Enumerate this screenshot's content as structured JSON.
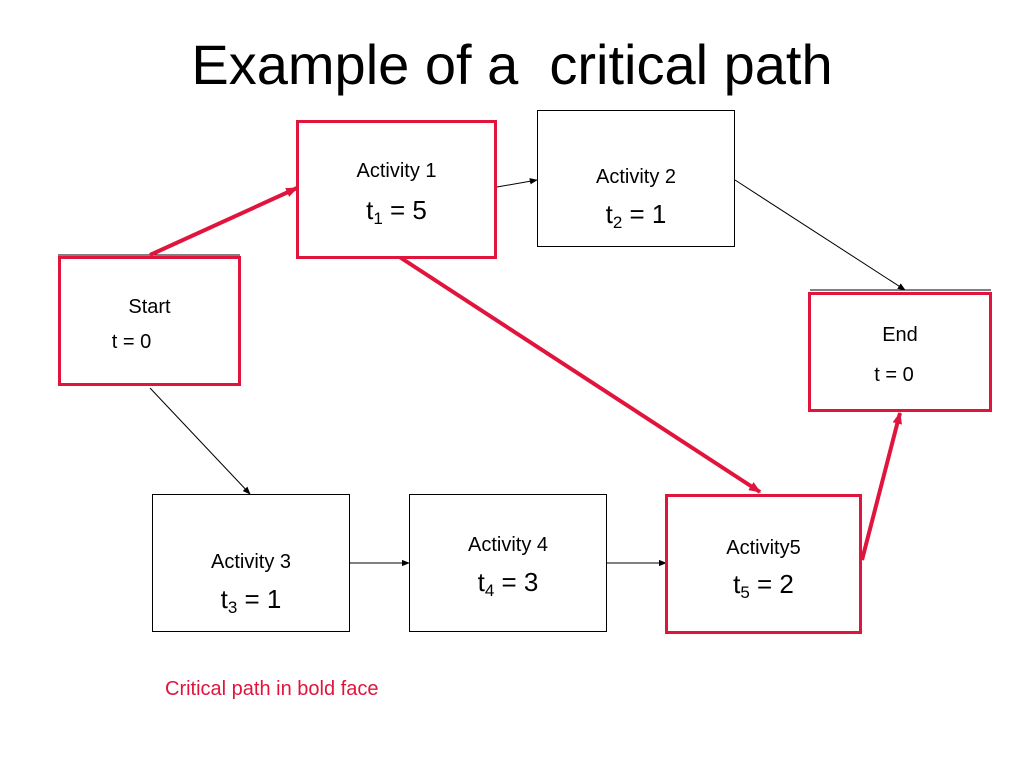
{
  "title": "Example of a  critical path",
  "note": "Critical path in bold face",
  "colors": {
    "critical": "#e0143c",
    "normal": "#000000"
  },
  "nodes": {
    "start": {
      "label": "Start",
      "value": "t = 0"
    },
    "activity1": {
      "label": "Activity 1",
      "var": "t",
      "sub": "1",
      "rest": " = 5"
    },
    "activity2": {
      "label": "Activity 2",
      "var": "t",
      "sub": "2",
      "rest": " = 1"
    },
    "activity3": {
      "label": "Activity 3",
      "var": "t",
      "sub": "3",
      "rest": " = 1"
    },
    "activity4": {
      "label": "Activity 4",
      "var": "t",
      "sub": "4",
      "rest": " = 3"
    },
    "activity5": {
      "label": "Activity5",
      "var": "t",
      "sub": "5",
      "rest": " = 2"
    },
    "end": {
      "label": "End",
      "value": "t = 0"
    }
  },
  "edges": [
    {
      "from": "Start",
      "to": "Activity 1",
      "critical": true
    },
    {
      "from": "Activity 1",
      "to": "Activity 2",
      "critical": false
    },
    {
      "from": "Activity 1",
      "to": "Activity5",
      "critical": true
    },
    {
      "from": "Activity 2",
      "to": "End",
      "critical": false
    },
    {
      "from": "Start",
      "to": "Activity 3",
      "critical": false
    },
    {
      "from": "Activity 3",
      "to": "Activity 4",
      "critical": false
    },
    {
      "from": "Activity 4",
      "to": "Activity5",
      "critical": false
    },
    {
      "from": "Activity5",
      "to": "End",
      "critical": true
    }
  ]
}
